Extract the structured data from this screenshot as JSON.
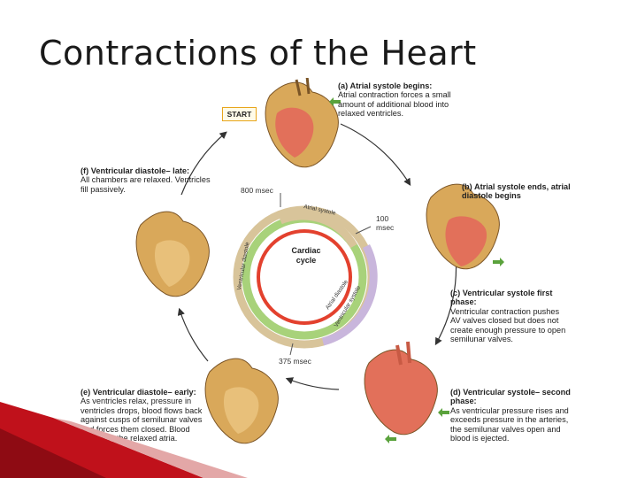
{
  "title": "Contractions of the Heart",
  "start_label": "START",
  "center_label": [
    "Cardiac",
    "cycle"
  ],
  "timing": {
    "t800": "800 msec",
    "t100": "100 msec",
    "t375": "375 msec"
  },
  "ring_labels": {
    "atrial_systole": "Atrial systole",
    "atrial_diastole": "Atrial diastole",
    "ventricular_systole": "Ventricular systole",
    "ventricular_diastole": "Ventricular diastole"
  },
  "stages": {
    "a": {
      "title": "(a) Atrial systole begins:",
      "body": "Atrial contraction forces a small amount of additional blood into relaxed ventricles."
    },
    "b": {
      "title": "(b) Atrial systole ends, atrial diastole begins",
      "body": ""
    },
    "c": {
      "title": "(c) Ventricular systole first phase:",
      "body": "Ventricular contraction pushes AV valves closed but does not create enough pressure to open semilunar valves."
    },
    "d": {
      "title": "(d) Ventricular systole– second phase:",
      "body": "As ventricular pressure rises and exceeds pressure in the arteries, the semilunar valves open and blood is ejected."
    },
    "e": {
      "title": "(e) Ventricular diastole– early:",
      "body": "As ventricles relax, pressure in ventricles drops, blood flows back against cusps of semilunar valves and forces them closed. Blood flows into the relaxed atria."
    },
    "f": {
      "title": "(f) Ventricular diastole– late:",
      "body": "All chambers are relaxed. Ventricles fill passively."
    }
  },
  "colors": {
    "ring_green": "#a8d27a",
    "ring_red": "#e3412e",
    "ring_purple": "#c9b6dc",
    "ring_tan": "#d8c49a",
    "heart_tan": "#d9a85a",
    "heart_red": "#e2705a",
    "start_border": "#e8a51b",
    "slide_bar": "#c0111b"
  }
}
